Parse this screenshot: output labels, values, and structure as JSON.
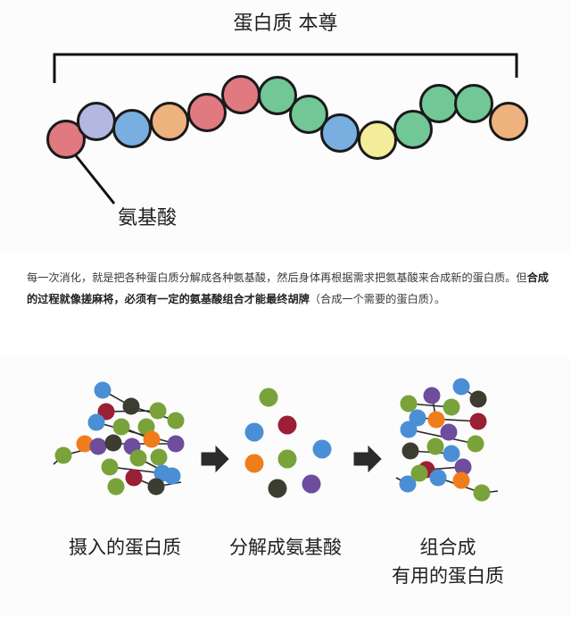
{
  "title": "蛋白质 本尊",
  "amino_label": "氨基酸",
  "caption": {
    "part1": "每一次消化，就是把各种蛋白质分解成各种氨基酸，然后身体再根据需求把氨基酸来合成新的蛋白质。但",
    "bold": "合成的过程就像搓麻将，必须有一定的氨基酸组合才能最终胡牌",
    "part2": "（合成一个需要的蛋白质）。"
  },
  "stages": {
    "intake": "摄入的蛋白质",
    "break_down": "分解成氨基酸",
    "combine_line1": "组合成",
    "combine_line2": "有用的蛋白质"
  },
  "colors": {
    "red": "#e07a80",
    "lavender": "#b3b8e2",
    "blue": "#79aee0",
    "orange": "#eeb27e",
    "green": "#72c796",
    "yellow": "#f3ec9a",
    "dot_blue": "#4a8fd6",
    "dot_darkred": "#9b1f35",
    "dot_darkgreen": "#3c3c30",
    "dot_orange": "#f07d1c",
    "dot_purple": "#6d4d9c",
    "dot_lime": "#79a33a"
  },
  "icons": [
    "bracket-icon",
    "pointer-line-icon",
    "arrow-right-icon"
  ]
}
